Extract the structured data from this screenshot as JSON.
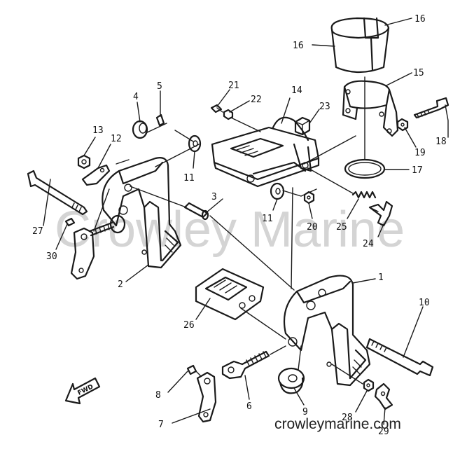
{
  "watermark": "Crowley Marine",
  "site": "crowleymarine.com",
  "arrow_label": "FWD",
  "callouts": [
    {
      "id": "c16a",
      "text": "16"
    },
    {
      "id": "c16b",
      "text": "16"
    },
    {
      "id": "c15",
      "text": "15"
    },
    {
      "id": "c18",
      "text": "18"
    },
    {
      "id": "c19",
      "text": "19"
    },
    {
      "id": "c17",
      "text": "17"
    },
    {
      "id": "c14",
      "text": "14"
    },
    {
      "id": "c21",
      "text": "21"
    },
    {
      "id": "c22",
      "text": "22"
    },
    {
      "id": "c23",
      "text": "23"
    },
    {
      "id": "c4",
      "text": "4"
    },
    {
      "id": "c5",
      "text": "5"
    },
    {
      "id": "c13",
      "text": "13"
    },
    {
      "id": "c12",
      "text": "12"
    },
    {
      "id": "c11a",
      "text": "11"
    },
    {
      "id": "c11b",
      "text": "11"
    },
    {
      "id": "c3",
      "text": "3"
    },
    {
      "id": "c20",
      "text": "20"
    },
    {
      "id": "c25",
      "text": "25"
    },
    {
      "id": "c24",
      "text": "24"
    },
    {
      "id": "c27",
      "text": "27"
    },
    {
      "id": "c30",
      "text": "30"
    },
    {
      "id": "c2",
      "text": "2"
    },
    {
      "id": "c1",
      "text": "1"
    },
    {
      "id": "c10",
      "text": "10"
    },
    {
      "id": "c26",
      "text": "26"
    },
    {
      "id": "c8",
      "text": "8"
    },
    {
      "id": "c7",
      "text": "7"
    },
    {
      "id": "c6",
      "text": "6"
    },
    {
      "id": "c9",
      "text": "9"
    },
    {
      "id": "c28",
      "text": "28"
    },
    {
      "id": "c29",
      "text": "29"
    }
  ]
}
